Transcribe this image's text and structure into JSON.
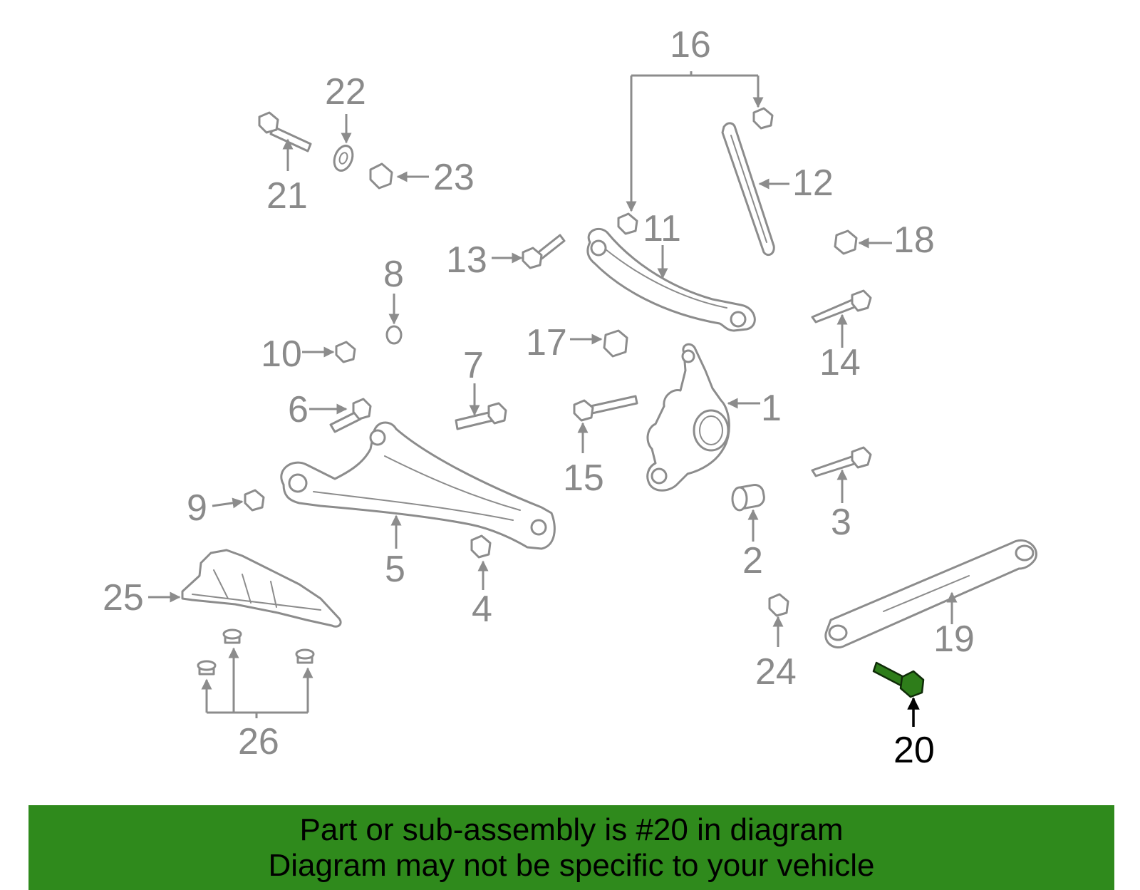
{
  "diagram": {
    "highlight_color": "#2f8a1c",
    "callouts": [
      {
        "id": "1",
        "label": "1"
      },
      {
        "id": "2",
        "label": "2"
      },
      {
        "id": "3",
        "label": "3"
      },
      {
        "id": "4",
        "label": "4"
      },
      {
        "id": "5",
        "label": "5"
      },
      {
        "id": "6",
        "label": "6"
      },
      {
        "id": "7",
        "label": "7"
      },
      {
        "id": "8",
        "label": "8"
      },
      {
        "id": "9",
        "label": "9"
      },
      {
        "id": "10",
        "label": "10"
      },
      {
        "id": "11",
        "label": "11"
      },
      {
        "id": "12",
        "label": "12"
      },
      {
        "id": "13",
        "label": "13"
      },
      {
        "id": "14",
        "label": "14"
      },
      {
        "id": "15",
        "label": "15"
      },
      {
        "id": "16",
        "label": "16"
      },
      {
        "id": "17",
        "label": "17"
      },
      {
        "id": "18",
        "label": "18"
      },
      {
        "id": "19",
        "label": "19"
      },
      {
        "id": "20",
        "label": "20",
        "highlighted": true
      },
      {
        "id": "21",
        "label": "21"
      },
      {
        "id": "22",
        "label": "22"
      },
      {
        "id": "23",
        "label": "23"
      },
      {
        "id": "24",
        "label": "24"
      },
      {
        "id": "25",
        "label": "25"
      },
      {
        "id": "26",
        "label": "26"
      }
    ]
  },
  "banner": {
    "line1": "Part or sub-assembly is #20 in diagram",
    "line2": "Diagram may not be specific to your vehicle"
  }
}
